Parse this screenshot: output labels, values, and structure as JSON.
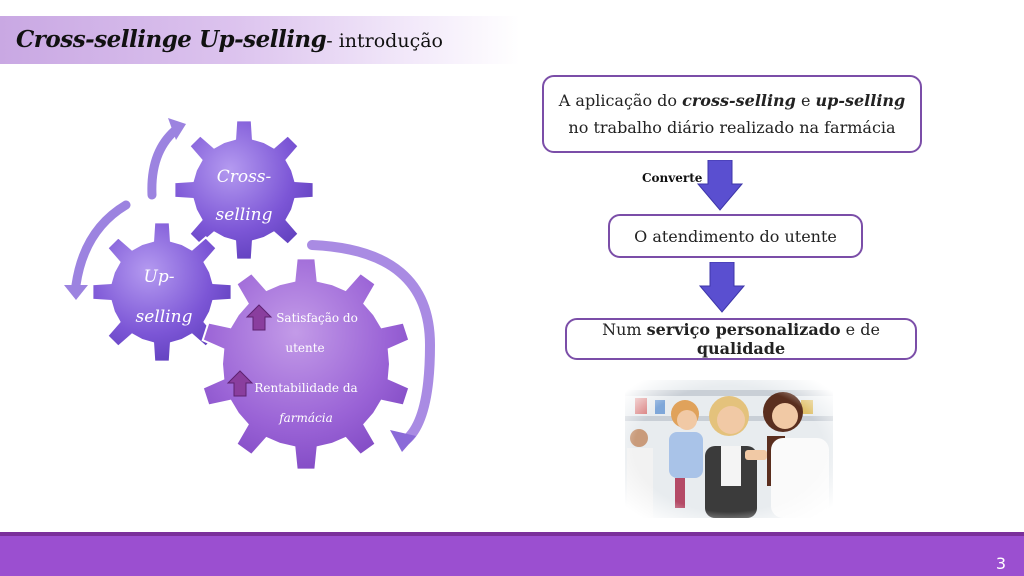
{
  "title": {
    "italic_part": "Cross-sellinge Up-selling",
    "normal_part": "- introdução"
  },
  "gears": {
    "cross_line1": "Cross-",
    "cross_line2": "selling",
    "up_line1": "Up-",
    "up_line2": "selling",
    "big_line1": "Satisfação do",
    "big_line2": "utente",
    "big_line3": "Rentabilidade da",
    "big_line4": "farmácia"
  },
  "flow": {
    "box1_part1": "A aplicação do ",
    "box1_em1": "cross-selling",
    "box1_part2": " e ",
    "box1_em2": "up-selling",
    "box1_part3": " no trabalho diário realizado na farmácia",
    "converte": "Converte",
    "box2": "O atendimento do utente",
    "box3_part1": "Num ",
    "box3_strong1": "serviço personalizado",
    "box3_part2": " e de ",
    "box3_strong2": "qualidade"
  },
  "colors": {
    "accent_purple": "#9b4fd0",
    "gear_purple": "#7a52d4",
    "flow_arrow": "#5a4fd0"
  },
  "page_number": "3"
}
